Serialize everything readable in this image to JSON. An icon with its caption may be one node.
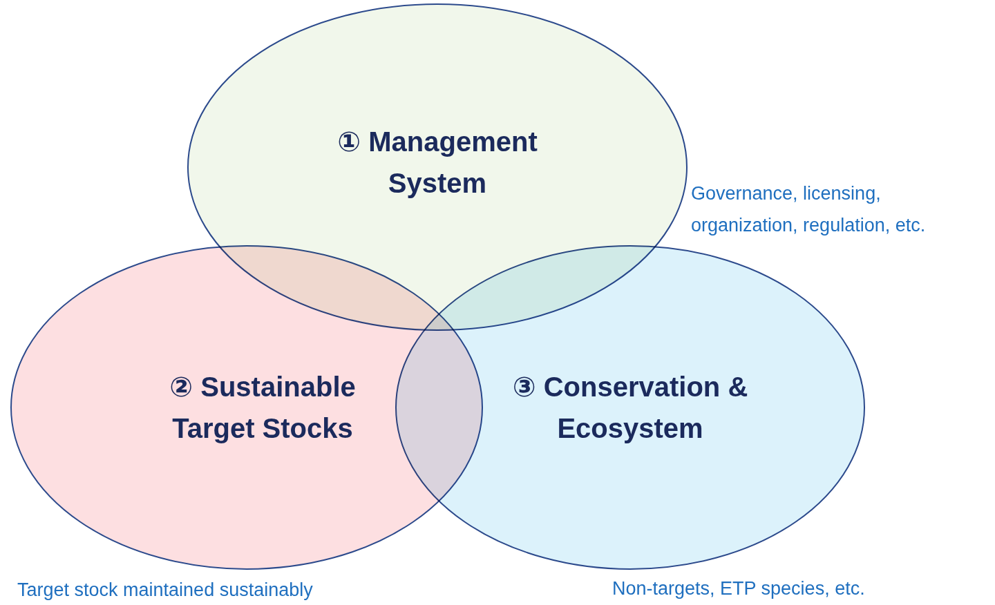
{
  "diagram": {
    "nodes": [
      {
        "text": [
          "① Management System"
        ],
        "beside": [
          "Governance, licensing, organization, regulation, etc."
        ]
      },
      {
        "text": [
          "② Sustainable Target Stocks"
        ],
        "beside": [
          "Target stock maintained sustainably"
        ]
      },
      {
        "text": [
          "③ Conservation & Ecosystem"
        ],
        "beside": [
          "Non-targets, ETP species, etc."
        ]
      }
    ]
  }
}
